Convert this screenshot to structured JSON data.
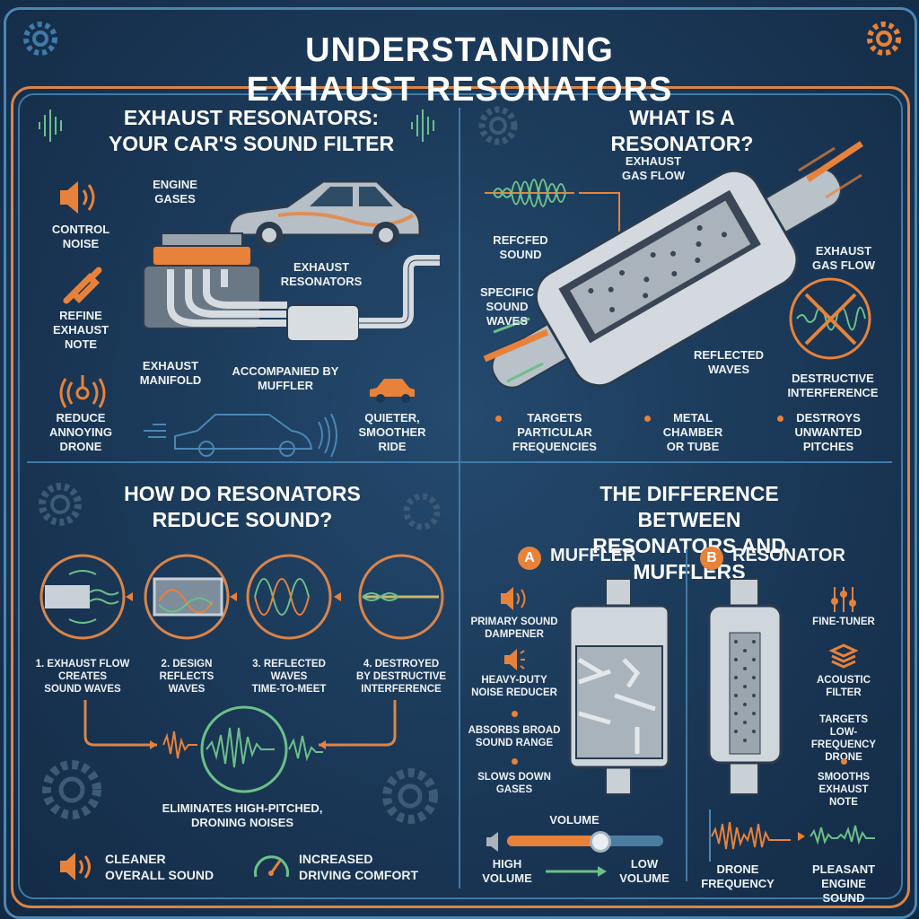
{
  "title": "UNDERSTANDING EXHAUST RESONATORS",
  "colors": {
    "background": "#1a3756",
    "accent_orange": "#e8823a",
    "accent_green": "#6cc08a",
    "frame_blue": "#4b86b4",
    "metal": "#c9d0d6"
  },
  "section1": {
    "title": "EXHAUST RESONATORS:\nYOUR CAR'S SOUND FILTER",
    "benefits": [
      {
        "icon": "speaker-icon",
        "label": "CONTROL\nNOISE"
      },
      {
        "icon": "exhaust-tip-icon",
        "label": "REFINE\nEXHAUST\nNOTE"
      },
      {
        "icon": "vibration-icon",
        "label": "REDUCE\nANNOYING\nDRONE"
      }
    ],
    "labels": {
      "engine_gases": "ENGINE\nGASES",
      "exhaust_resonators": "EXHAUST\nRESONATORS",
      "exhaust_manifold": "EXHAUST\nMANIFOLD",
      "accompanied": "ACCOMPANIED BY\nMUFFLER",
      "quieter": "QUIETER,\nSMOOTHER\nRIDE"
    }
  },
  "section2": {
    "title": "WHAT IS A RESONATOR?",
    "labels": {
      "gas_flow_top": "EXHAUST\nGAS FLOW",
      "refcfed_sound": "REFCFED\nSOUND",
      "specific_waves": "SPECIFIC\nSOUND\nWAVES",
      "gas_flow_right": "EXHAUST\nGAS FLOW",
      "reflected_waves": "REFLECTED\nWAVES",
      "destructive": "DESTRUCTIVE\nINTERFERENCE"
    },
    "bullets": [
      "TARGETS\nPARTICULAR\nFREQUENCIES",
      "METAL\nCHAMBER\nOR TUBE",
      "DESTROYS\nUNWANTED\nPITCHES"
    ]
  },
  "section3": {
    "title": "HOW DO RESONATORS\nREDUCE SOUND?",
    "steps": [
      "1. EXHAUST FLOW\nCREATES\nSOUND WAVES",
      "2. DESIGN\nREFLECTS\nWAVES",
      "3. REFLECTED\nWAVES\nTIME-TO-MEET",
      "4. DESTROYED\nBY DESTRUCTIVE\nINTERFERENCE"
    ],
    "result": "ELIMINATES HIGH-PITCHED,\nDRONING NOISES",
    "footer": [
      {
        "icon": "speaker-icon",
        "label": "CLEANER\nOVERALL SOUND"
      },
      {
        "icon": "speedometer-icon",
        "label": "INCREASED\nDRIVING COMFORT"
      }
    ]
  },
  "section4": {
    "title": "THE DIFFERENCE BETWEEN\nRESONATORS AND MUFFLERS",
    "muffler": {
      "badge": "A",
      "name": "MUFFLER",
      "features": [
        "PRIMARY SOUND\nDAMPENER",
        "HEAVY-DUTY\nNOISE REDUCER",
        "ABSORBS BROAD\nSOUND RANGE",
        "SLOWS DOWN\nGASES"
      ],
      "volume": {
        "label": "VOLUME",
        "level": 0.6,
        "from": "HIGH\nVOLUME",
        "to": "LOW\nVOLUME"
      }
    },
    "resonator": {
      "badge": "B",
      "name": "RESONATOR",
      "features": [
        "FINE-TUNER",
        "ACOUSTIC\nFILTER",
        "TARGETS\nLOW-FREQUENCY\nDRONE",
        "SMOOTHS\nEXHAUST NOTE"
      ],
      "waves": {
        "from": "DRONE\nFREQUENCY",
        "to": "PLEASANT\nENGINE SOUND"
      }
    }
  }
}
